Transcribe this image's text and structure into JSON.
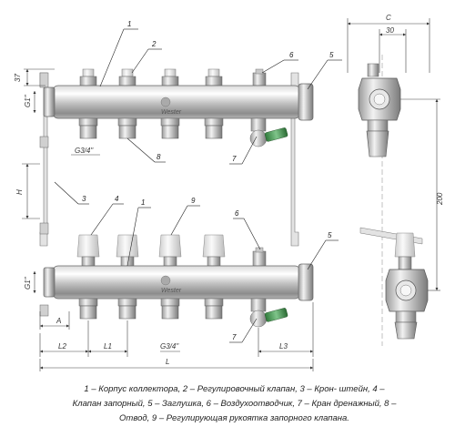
{
  "brand": "Wester",
  "dims": {
    "top_height": "37",
    "g1_top": "G1\"",
    "g34_top": "G3/4\"",
    "h": "H",
    "g1_bottom": "G1\"",
    "a": "A",
    "l2": "L2",
    "l1": "L1",
    "g34_bottom": "G3/4\"",
    "l3": "L3",
    "l": "L",
    "c": "C",
    "side_30": "30",
    "side_200": "200"
  },
  "callouts": {
    "c1_top": "1",
    "c2": "2",
    "c6_top": "6",
    "c5_top": "5",
    "c7_top": "7",
    "c8": "8",
    "c3": "3",
    "c4": "4",
    "c1_bottom": "1",
    "c9": "9",
    "c6_bottom": "6",
    "c5_bottom": "5",
    "c7_bottom": "7"
  },
  "legend": {
    "line1": "1 – Корпус коллектора, 2 – Регулировочный клапан, 3 – Крон- штейн, 4 –",
    "line2": "Клапан запорный, 5 – Заглушка, 6 – Воздухоотводчик, 7 – Кран дренажный, 8 –",
    "line3": "Отвод, 9 – Регулирующая рукоятка запорного клапана."
  }
}
